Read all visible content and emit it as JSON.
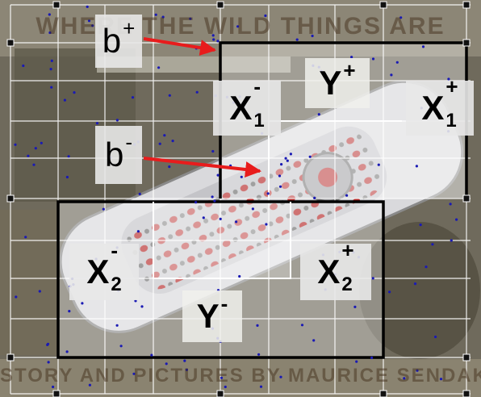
{
  "banner_top": "WHERE THE WILD THINGS ARE",
  "banner_bottom": "STORY AND PICTURES BY MAURICE SENDAK",
  "labels": {
    "b_plus": {
      "base": "b",
      "sup": "+"
    },
    "b_minus": {
      "base": "b",
      "sup": "-"
    },
    "y_plus": {
      "base": "Y",
      "sup": "+"
    },
    "y_minus": {
      "base": "Y",
      "sup": "-"
    },
    "x1_minus": {
      "base": "X",
      "sub": "1",
      "sup": "-"
    },
    "x1_plus": {
      "base": "X",
      "sub": "1",
      "sup": "+"
    },
    "x2_minus": {
      "base": "X",
      "sub": "2",
      "sup": "-"
    },
    "x2_plus": {
      "base": "X",
      "sub": "2",
      "sup": "+"
    }
  },
  "colors": {
    "arrow": "#e81c1c",
    "region_outline": "#000000",
    "grid": "#ffffff",
    "points": "#1a1ab4",
    "remote_buttons": "#c21e1e"
  }
}
